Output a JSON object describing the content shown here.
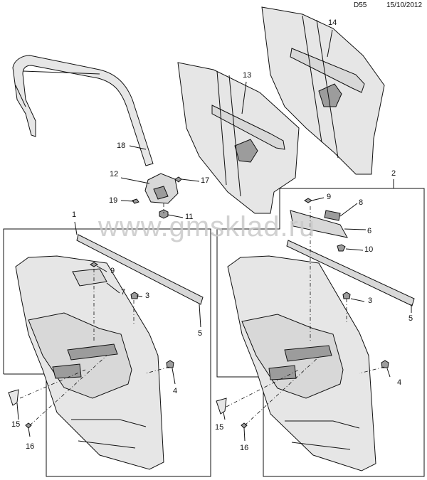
{
  "header": {
    "code": "D55",
    "date": "15/10/2012"
  },
  "watermark": "www.gmsklad.ru",
  "callouts": {
    "c1": "1",
    "c2": "2",
    "c3a": "3",
    "c3b": "3",
    "c4a": "4",
    "c4b": "4",
    "c5a": "5",
    "c5b": "5",
    "c6": "6",
    "c7": "7",
    "c8": "8",
    "c9a": "9",
    "c9b": "9",
    "c10": "10",
    "c11": "11",
    "c12": "12",
    "c13": "13",
    "c14": "14",
    "c15a": "15",
    "c15b": "15",
    "c16a": "16",
    "c16b": "16",
    "c17": "17",
    "c18": "18",
    "c19": "19"
  }
}
